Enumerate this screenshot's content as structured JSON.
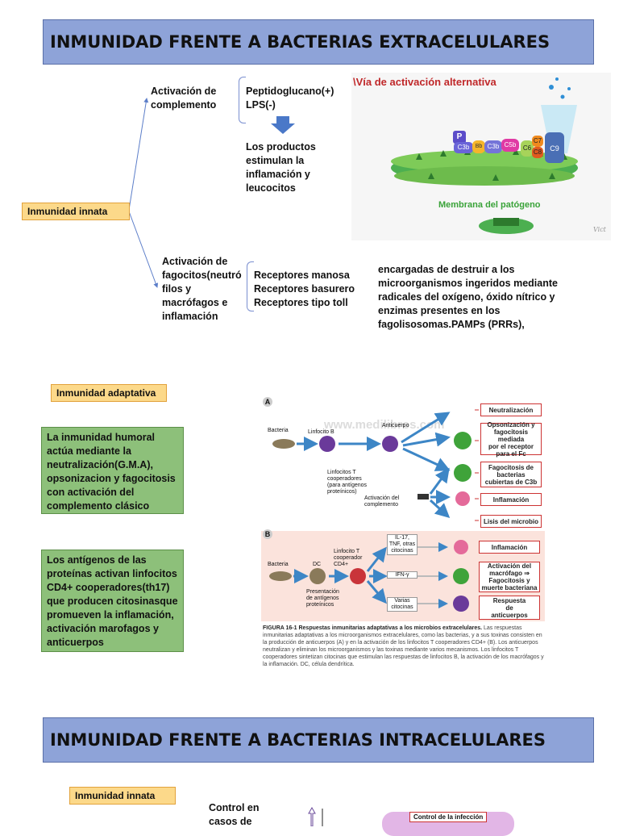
{
  "section1": {
    "title": "INMUNIDAD FRENTE A BACTERIAS EXTRACELULARES",
    "innate_label": "Inmunidad innata",
    "complement_activation": "Activación de\ncomplemento",
    "complement_triggers": "Peptidoglucano(+)\nLPS(-)",
    "complement_result": "Los productos\nestimulan la\ninflamación y\nleucocitos",
    "phagocyte_activation": "Activación de\nfagocitos(neutró\nfilos y\nmacrófagos e\ninflamación",
    "receptors": "Receptores manosa\nReceptores basurero\nReceptores tipo toll",
    "phagocyte_desc": "encargadas de destruir a los\nmicroorganismos ingeridos mediante\nradicales del oxígeno, óxido nítrico y\nenzimas presentes en los\nfagolisosomas.PAMPs (PRRs),",
    "pathway_figure": {
      "title": "\\Vía de activación alternativa",
      "membrane_label": "Membrana del patógeno",
      "proteins": [
        "P",
        "C3b",
        "Bb",
        "C3b",
        "C5b",
        "C6",
        "C7",
        "C8",
        "C9"
      ],
      "signature": "Vict"
    }
  },
  "adaptive": {
    "label": "Inmunidad adaptativa",
    "humoral_text": "La inmunidad humoral\nactúa mediante la\nneutralización(G.M.A),\nopsonizacion y fagocitosis\ncon activación del\ncomplemento clásico",
    "cd4_text": "Los antígenos de las\nproteínas activan linfocitos\nCD4+ cooperadores(th17)\nque producen citosinasque\npromueven la inflamación,\nactivación marofagos y\nanticuerpos"
  },
  "figure16": {
    "watermark": "www.medilibros.com",
    "panel_a": "A",
    "panel_b": "B",
    "a_labels": {
      "bacteria": "Bacteria",
      "lymph_b": "Linfocito B",
      "antibody": "Anticuerpo",
      "t_helper": "Linfocitos T\ncooperadores\n(para antígenos\nproteínicos)",
      "complement": "Activación del\ncomplemento"
    },
    "a_outcomes": [
      "Neutralización",
      "Opsonización y\nfagocitosis mediada\npor el receptor\npara el Fc",
      "Fagocitosis de\nbacterias\ncubiertas de C3b",
      "Inflamación",
      "Lisis del microbio"
    ],
    "b_labels": {
      "bacteria": "Bacteria",
      "dc": "DC",
      "presentation": "Presentación\nde antígenos\nproteínicos",
      "t_cd4": "Linfocito T\ncooperador\nCD4+",
      "il17": "IL-17,\nTNF, otras\ncitocinas",
      "ifn": "IFN-γ",
      "various": "Varias\ncitocinas"
    },
    "b_outcomes": [
      "Inflamación",
      "Activación del\nmacrófago ⇒\nFagocitosis y\nmuerte bacteriana",
      "Respuesta\nde\nanticuerpos"
    ],
    "caption_bold": "FIGURA 16-1  Respuestas inmunitarias adaptativas a los microbios extracelulares.",
    "caption": " Las respuestas inmunitarias adaptativas a los microorganismos extracelulares, como las bacterias, y a sus toxinas consisten en la producción de anticuerpos (A) y en la activación de los linfocitos T cooperadores CD4+ (B). Los anticuerpos neutralizan y eliminan los microorganismos y las toxinas mediante varios mecanismos. Los linfocitos T cooperadores sintetizan citocinas que estimulan las respuestas de linfocitos B, la activación de los macrófagos y la inflamación. DC, célula dendrítica."
  },
  "section2": {
    "title": "INMUNIDAD FRENTE A BACTERIAS INTRACELULARES",
    "innate_label": "Inmunidad innata",
    "control_text": "Control en\ncasos de",
    "infection_box": "Control de la infección"
  },
  "colors": {
    "banner": "#8ea3d8",
    "orange_tag": "#fcd98a",
    "green_box": "#8dc07a",
    "arrow_blue": "#4a78c8",
    "figure_red": "#c33333"
  }
}
